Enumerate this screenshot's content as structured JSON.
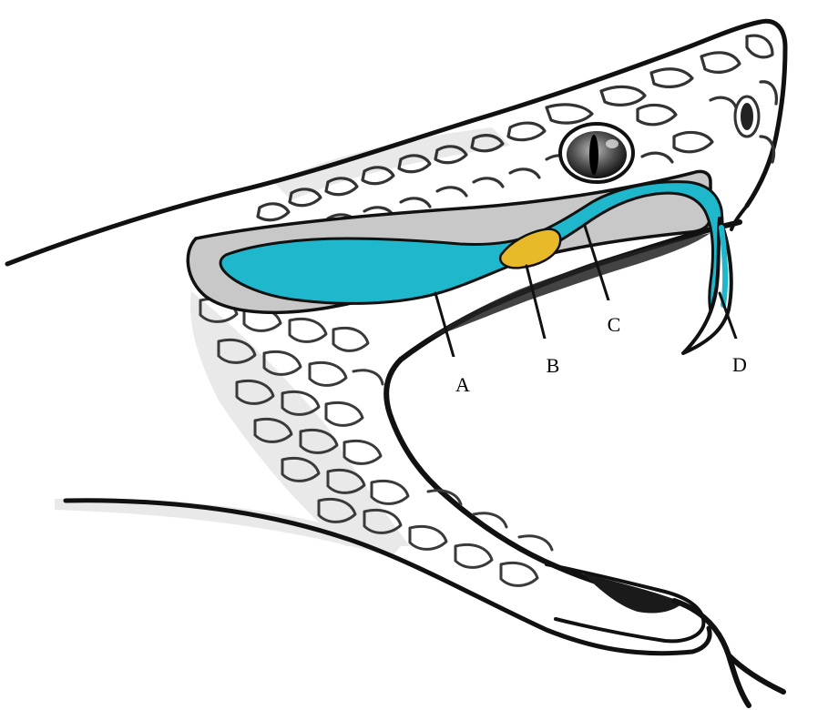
{
  "diagram": {
    "subject": "snake-head-venom-apparatus",
    "labels": {
      "a": "A",
      "b": "B",
      "c": "C",
      "d": "D"
    },
    "colors": {
      "venom_gland_fill": "#1fb7cc",
      "duct_accessory_gland_fill": "#e8b928",
      "capsule_fill": "#c8c8c8",
      "outline": "#111111",
      "scale_lines": "#333333"
    }
  }
}
